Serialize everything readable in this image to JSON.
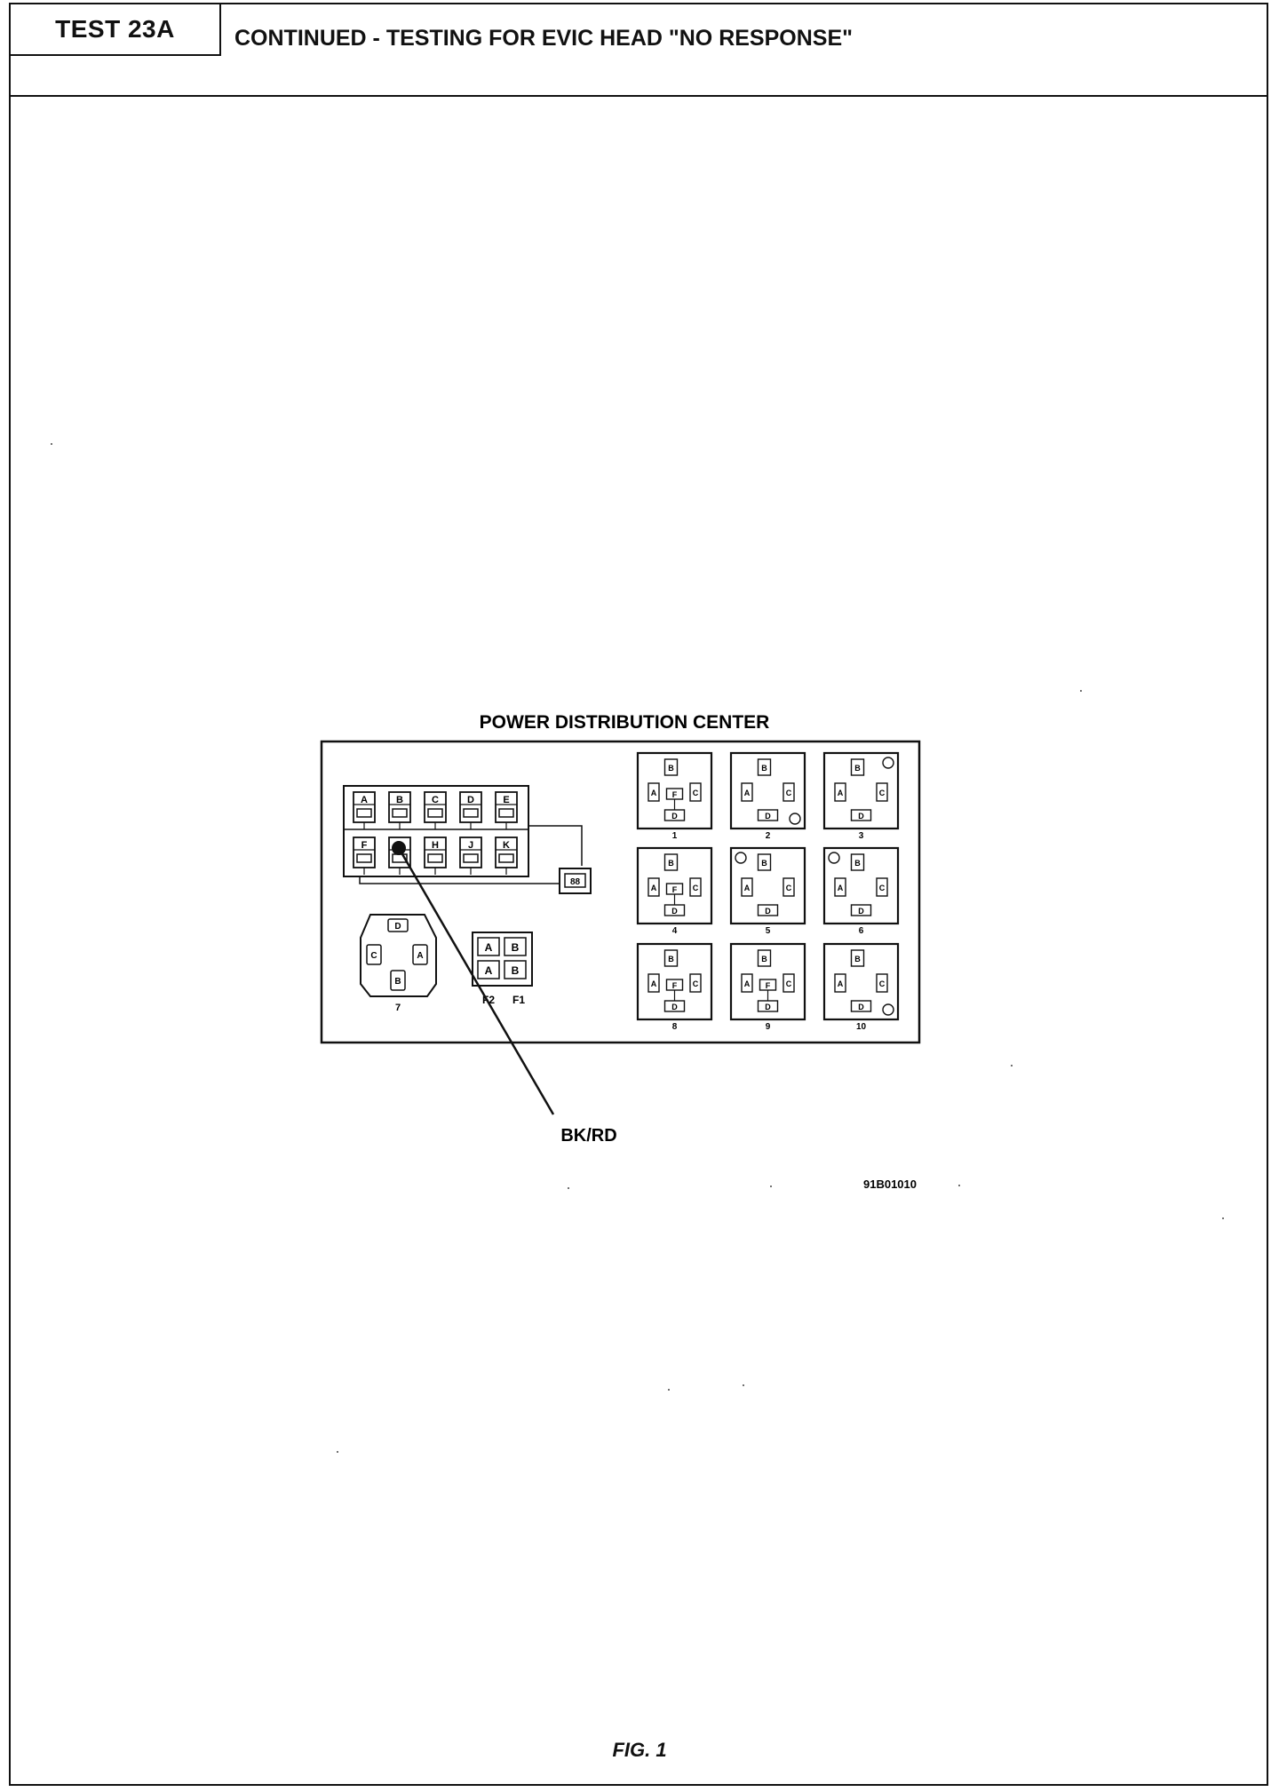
{
  "header": {
    "test_id": "TEST 23A",
    "title": "CONTINUED - TESTING FOR EVIC HEAD \"NO RESPONSE\""
  },
  "diagram": {
    "title": "POWER DISTRIBUTION CENTER",
    "fuse_row_top": [
      "A",
      "B",
      "C",
      "D",
      "E"
    ],
    "fuse_row_bottom": [
      "F",
      "G",
      "H",
      "J",
      "K"
    ],
    "fuse_terminal_label": "88",
    "connector_7": {
      "pins": [
        "D",
        "C",
        "A",
        "B"
      ],
      "number": "7"
    },
    "small_block": {
      "cells": [
        "A",
        "B",
        "A",
        "B"
      ],
      "labels": [
        "F2",
        "F1"
      ]
    },
    "relays": [
      {
        "number": "1",
        "pins": [
          "B",
          "A",
          "F",
          "C",
          "D"
        ]
      },
      {
        "number": "2",
        "pins": [
          "B",
          "A",
          "C",
          "D"
        ]
      },
      {
        "number": "3",
        "pins": [
          "B",
          "A",
          "C",
          "D"
        ]
      },
      {
        "number": "4",
        "pins": [
          "B",
          "A",
          "F",
          "C",
          "D"
        ]
      },
      {
        "number": "5",
        "pins": [
          "B",
          "A",
          "C",
          "D"
        ]
      },
      {
        "number": "6",
        "pins": [
          "B",
          "A",
          "C",
          "D"
        ]
      },
      {
        "number": "8",
        "pins": [
          "B",
          "A",
          "F",
          "C",
          "D"
        ]
      },
      {
        "number": "9",
        "pins": [
          "B",
          "A",
          "F",
          "C",
          "D"
        ]
      },
      {
        "number": "10",
        "pins": [
          "B",
          "A",
          "C",
          "D"
        ]
      }
    ],
    "callout": "BK/RD",
    "figure_code": "91B01010"
  },
  "figure_label": "FIG. 1"
}
